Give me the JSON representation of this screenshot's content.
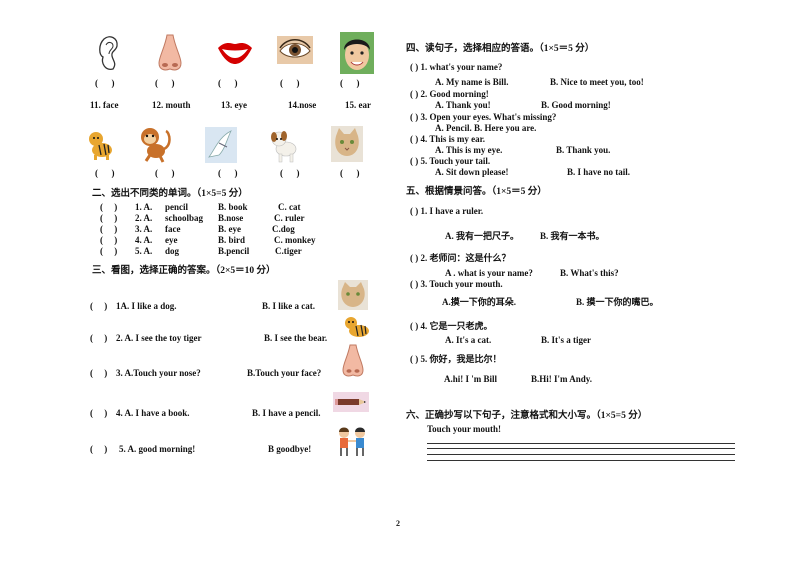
{
  "top_pictures": {
    "items": [
      {
        "icon": "ear-icon",
        "paren": "(      )"
      },
      {
        "icon": "nose-icon",
        "paren": "(      )"
      },
      {
        "icon": "mouth-icon",
        "paren": "(      )"
      },
      {
        "icon": "eye-icon",
        "paren": "(      )"
      },
      {
        "icon": "face-icon",
        "paren": "(      )"
      }
    ],
    "labels": [
      "11.  face",
      "12.  mouth",
      "13.  eye",
      "14.nose",
      "15.  ear"
    ]
  },
  "animal_pictures": {
    "items": [
      {
        "icon": "tiger-icon",
        "paren": "(      )"
      },
      {
        "icon": "monkey-icon",
        "paren": "(      )"
      },
      {
        "icon": "bird-icon",
        "paren": "(      )"
      },
      {
        "icon": "dog-icon",
        "paren": "(      )"
      },
      {
        "icon": "cat-icon",
        "paren": "(      )"
      }
    ]
  },
  "section2": {
    "title": "二、选出不同类的单词。（1×5=5 分）",
    "rows": [
      {
        "paren": "(     )",
        "num": "1. A.",
        "a": "pencil",
        "b": "B.  book",
        "c": "C.  cat"
      },
      {
        "paren": "(     )",
        "num": "2. A.",
        "a": "schoolbag",
        "b": "B.nose",
        "c": "C.  ruler"
      },
      {
        "paren": "(     )",
        "num": "3. A.",
        "a": "face",
        "b": "B.     eye",
        "c": "C.dog"
      },
      {
        "paren": "(     )",
        "num": "4. A.",
        "a": "eye",
        "b": "B.    bird",
        "c": "C.  monkey"
      },
      {
        "paren": "(     )",
        "num": "5. A.",
        "a": "dog",
        "b": "B.pencil",
        "c": "C.tiger"
      }
    ]
  },
  "section3": {
    "title": "三、看图，选择正确的答案。（2×5＝10 分）",
    "rows": [
      {
        "paren": "(     )",
        "a": "1A.   I  like  a  dog.",
        "b": "B.   I  like  a  cat.",
        "icon": "cat-icon"
      },
      {
        "paren": "(     )",
        "a": "2. A.   I  see  the  toy  tiger",
        "b": "B.  I  see  the  bear.",
        "icon": "tiger-icon"
      },
      {
        "paren": "(     )",
        "a": "3. A.Touch  your  nose?",
        "b": "B.Touch  your  face?",
        "icon": "nose-icon"
      },
      {
        "paren": "(     )",
        "a": "4. A.  I  have  a  book.",
        "b": "B.  I  have  a  pencil.",
        "icon": "pencil-icon"
      },
      {
        "paren": "(     )",
        "a": "5. A.  good  morning!",
        "b": "B  goodbye!",
        "icon": "children-icon"
      }
    ]
  },
  "section4": {
    "title": "四、读句子，选择相应的答语。（1×5＝5 分）",
    "rows": [
      {
        "q": "(     ) 1.  what's  your  name?",
        "a": "A.  My  name  is  Bill.",
        "b": "B.  Nice  to  meet  you,  too!"
      },
      {
        "q": "(     ) 2.  Good  morning!",
        "a": "A.  Thank  you!",
        "b": "B.    Good  morning!"
      },
      {
        "q": "(     ) 3.  Open  your  eyes.  What's  missing?",
        "a": "A.  Pencil.      B.   Here  you  are.",
        "b": ""
      },
      {
        "q": "(     ) 4.  This  is  my  ear.",
        "a": "A.  This  is  my  eye.",
        "b": "B.  Thank  you."
      },
      {
        "q": "(     ) 5.  Touch  your  tail.",
        "a": "A.  Sit  down  please!",
        "b": "B.  I  have  no  tail."
      }
    ]
  },
  "section5": {
    "title": "五、根据情景问答。（1×5＝5 分）",
    "rows": [
      {
        "q": "(     ) 1.  I  have  a  ruler.",
        "a": "A.  我有一把尺子。",
        "b": "B.  我有一本书。"
      },
      {
        "q": "(     )   2.  老师问：这是什么？",
        "a": "A  .  what  is  your  name?",
        "b": "B.    What's  this?"
      },
      {
        "q": "(     )   3.  Touch  your  mouth.",
        "a": "A.摸一下你的耳朵.",
        "b": "B.  摸一下你的嘴巴。"
      },
      {
        "q": "(     )    4.  它是一只老虎。",
        "a": "A.  It's  a  cat.",
        "b": "B.  It's  a  tiger"
      },
      {
        "q": "(     )    5.  你好，我是比尔！",
        "a": "A.hi!  I 'm  Bill",
        "b": "B.Hi!  I'm  Andy."
      }
    ]
  },
  "section6": {
    "title": "六、正确抄写以下句子，注意格式和大小写。（1×5=5 分）",
    "sentence": "Touch  your  mouth!"
  },
  "page_number": "2"
}
